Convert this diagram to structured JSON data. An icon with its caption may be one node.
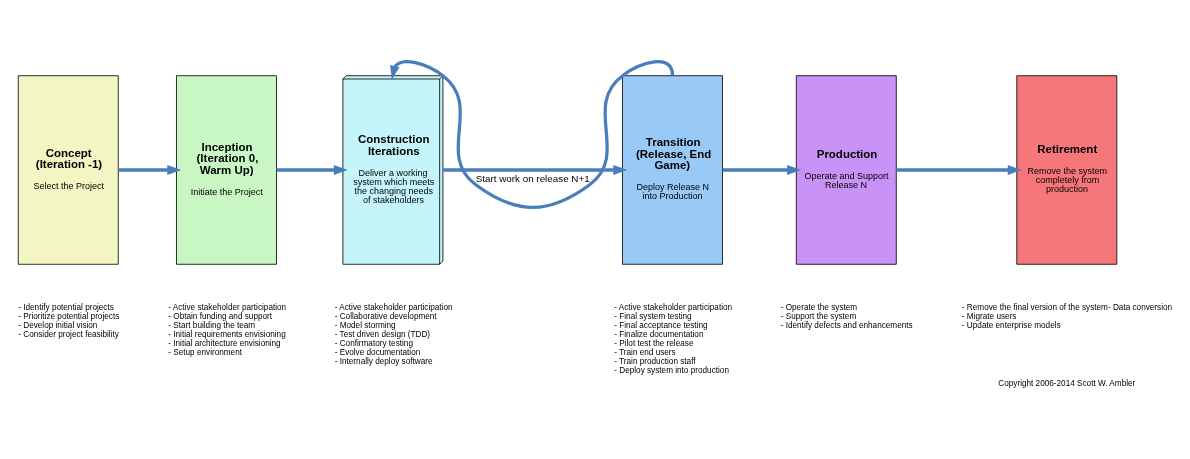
{
  "diagram": {
    "nodes": [
      {
        "text": [
          "Concept (Iteration -1)",
          "Select the Project"
        ],
        "beside": [
          "- Identify potential projects",
          "- Prioritize potential projects",
          "- Develop initial vision",
          "- Consider project feasibility"
        ]
      },
      {
        "text": [
          "Inception (Iteration 0, Warm Up)",
          "Initiate the Project"
        ],
        "beside": [
          "- Active stakeholder participation",
          "- Obtain funding and support",
          "- Start building the team",
          "- Initial requirements envisioning",
          "- Initial architecture envisioning",
          "- Setup environment"
        ]
      },
      {
        "text": [
          "Construction Iterations",
          "Deliver a working system which meets the changing needs of stakeholders"
        ],
        "beside": [
          "- Active stakeholder participation",
          "- Collaborative development",
          "- Model storming",
          "- Test driven design (TDD)",
          "- Confirmatory testing",
          "- Evolve documentation",
          "- Internally deploy software"
        ]
      },
      {
        "text": [
          "Transition (Release, End Game)",
          "Deploy Release N into Production"
        ],
        "beside": [
          "- Active stakeholder participation",
          "- Final system testing",
          "- Final acceptance testing",
          "- Finalize documentation",
          "- Pilot test the release",
          "- Train end users",
          "- Train production staff",
          "- Deploy system into production"
        ]
      },
      {
        "text": [
          "Production",
          "Operate and Support Release N"
        ],
        "beside": [
          "- Operate the system",
          "- Support the system",
          "- Identify defects and enhancements"
        ]
      },
      {
        "text": [
          "Retirement",
          "Remove the system completely from production"
        ],
        "beside": [
          "- Remove the final version of the system- Data conversion",
          "- Migrate users",
          "- Update enterprise models"
        ]
      }
    ],
    "edges": [
      {
        "from": 0,
        "to": 1,
        "arrow": "to"
      },
      {
        "from": 1,
        "to": 2,
        "arrow": "to"
      },
      {
        "from": 2,
        "to": 3,
        "arrow": "to"
      },
      {
        "from": 3,
        "to": 4,
        "arrow": "to"
      },
      {
        "from": 4,
        "to": 5,
        "arrow": "to"
      },
      {
        "from": 3,
        "to": 2,
        "arrow": "to",
        "label": "Start work on release N+1"
      }
    ],
    "labels": [
      "Copyright 2006-2014 Scott W. Ambler"
    ]
  }
}
